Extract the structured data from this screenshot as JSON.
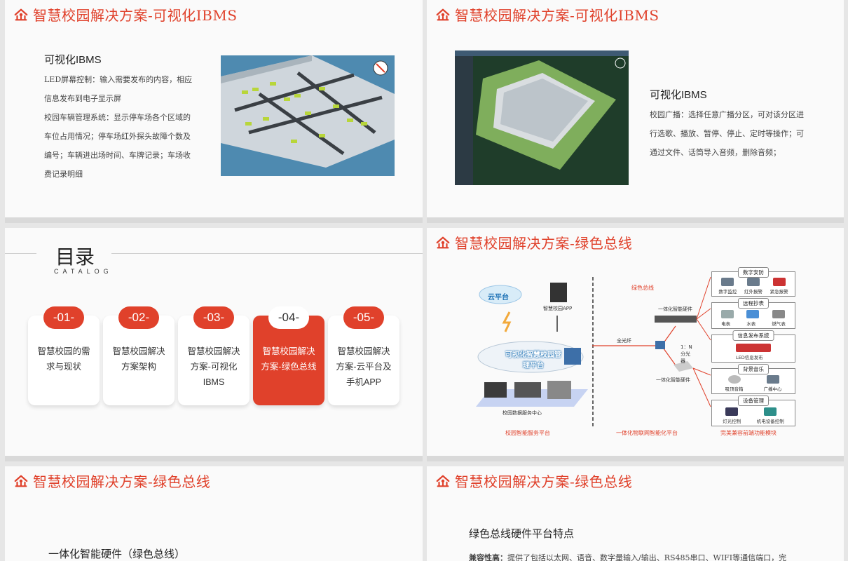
{
  "brand_color": "#e0412b",
  "slides": [
    {
      "title": "智慧校园解决方案-可视化IBMS",
      "heading": "可视化IBMS",
      "paragraphs": [
        "LED屏幕控制：输入需要发布的内容，相应",
        "信息发布到电子显示屏",
        "校园车辆管理系统：显示停车场各个区域的",
        "车位占用情况；停车场红外探头故障个数及",
        "编号；车辆进出场时间、车牌记录；车场收",
        "费记录明细"
      ]
    },
    {
      "title": "智慧校园解决方案-可视化IBMS",
      "heading": "可视化IBMS",
      "paragraphs": [
        "校园广播：选择任意广播分区，可对该分区进",
        "行选歌、播放、暂停、停止、定时等操作；可",
        "通过文件、话筒导入音频，删除音频；"
      ]
    },
    {
      "catalog_title": "目录",
      "catalog_sub": "CATALOG",
      "cards": [
        {
          "num": "-01-",
          "label": "智慧校园的需求与现状"
        },
        {
          "num": "-02-",
          "label": "智慧校园解决方案架构"
        },
        {
          "num": "-03-",
          "label": "智慧校园解决方案-可视化IBMS"
        },
        {
          "num": "-04-",
          "label": "智慧校园解决方案-绿色总线"
        },
        {
          "num": "-05-",
          "label": "智慧校园解决方案-云平台及手机APP"
        }
      ]
    },
    {
      "title": "智慧校园解决方案-绿色总线",
      "cloud": "云平台",
      "app": "智慧校园APP",
      "platform": "可视化智慧校园管理平台",
      "data_center": "校园数据服务中心",
      "green_bus": "绿色总线",
      "hw1": "一体化智能硬件",
      "fiber": "全光纤",
      "splitter": "1：N 分光器",
      "hw2": "一体化智能硬件",
      "footer_left": "校园智能服务平台",
      "footer_mid": "一体化物联网智能化平台",
      "footer_right": "完美兼容前端功能模块",
      "groups": [
        {
          "title": "数字安防",
          "items": [
            "数字监控",
            "红外报警",
            "紧急报警"
          ]
        },
        {
          "title": "远程抄表",
          "items": [
            "电表",
            "水表",
            "燃气表"
          ]
        },
        {
          "title": "信息发布系统",
          "items": [
            "LED信息发布"
          ]
        },
        {
          "title": "背景音乐",
          "items": [
            "吸顶音箱",
            "广播中心"
          ]
        },
        {
          "title": "设备管理",
          "items": [
            "灯光控制",
            "机电设备控制"
          ]
        }
      ]
    },
    {
      "title": "智慧校园解决方案-绿色总线",
      "heading": "一体化智能硬件（绿色总线）"
    },
    {
      "title": "智慧校园解决方案-绿色总线",
      "heading": "绿色总线硬件平台特点",
      "line_label": "兼容性高：",
      "line_text": "提供了包括以太网、语音、数字量输入/输出、RS485串口、WIFI等通信端口，完"
    }
  ]
}
